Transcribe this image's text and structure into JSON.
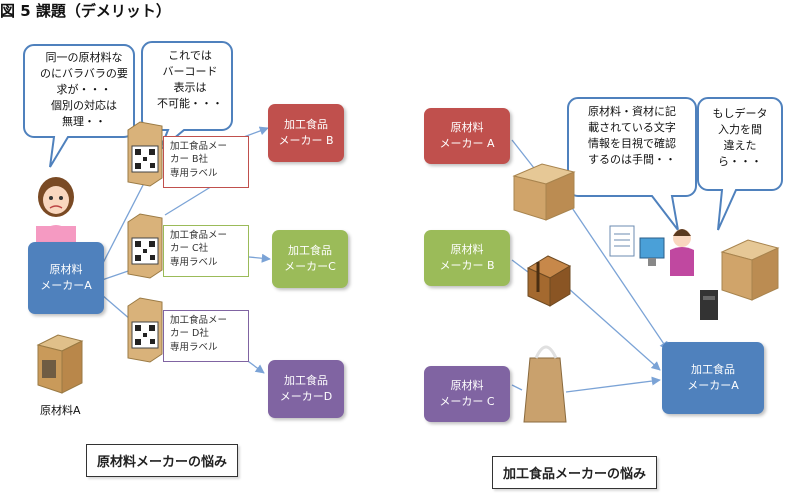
{
  "figure_title": "図 5 課題（デメリット）",
  "left": {
    "bubble_1": "同一の原材料な\nのにバラバラの要\n求が・・・\n個別の対応は\n無理・・",
    "bubble_2": "これでは\nバーコード\n表示は\n不可能・・・",
    "supplier": "原材料\nメーカーA",
    "product_label": "原材料A",
    "labels": [
      "加工食品メー\nカー B社\n専用ラベル",
      "加工食品メー\nカー C社\n専用ラベル",
      "加工食品メー\nカー D社\n専用ラベル"
    ],
    "makers": [
      "加工食品\nメーカー B",
      "加工食品\nメーカーC",
      "加工食品\nメーカーD"
    ],
    "caption": "原材料メーカーの悩み"
  },
  "right": {
    "bubble_1": "原材料・資材に記\n載されている文字\n情報を目視で確認\nするのは手間・・",
    "bubble_2": "もしデータ\n入力を間\n違えた\nら・・・",
    "suppliers": [
      "原材料\nメーカー A",
      "原材料\nメーカー B",
      "原材料\nメーカー C"
    ],
    "maker": "加工食品\nメーカーA",
    "caption": "加工食品メーカーの悩み"
  },
  "colors": {
    "red": "#c0504d",
    "green": "#9bbb59",
    "purple": "#8064a2",
    "blue": "#4f81bd",
    "arrow": "#7ba3d6"
  }
}
